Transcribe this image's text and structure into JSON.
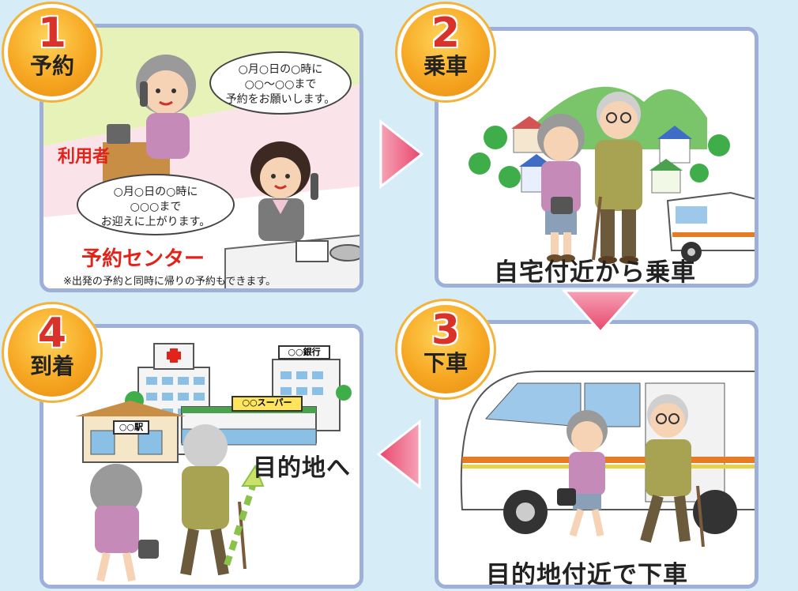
{
  "steps": [
    {
      "number": "1",
      "label": "予約"
    },
    {
      "number": "2",
      "label": "乗車"
    },
    {
      "number": "3",
      "label": "下車"
    },
    {
      "number": "4",
      "label": "到着"
    }
  ],
  "step1": {
    "user_label": "利用者",
    "center_label": "予約センター",
    "user_speech": [
      "○月○日の○時に",
      "○○～○○まで",
      "予約をお願いします。"
    ],
    "center_speech": [
      "○月○日の○時に",
      "○○○まで",
      "お迎えに上がります。"
    ],
    "note": "※出発の予約と同時に帰りの予約もできます。"
  },
  "step2": {
    "caption": "自宅付近から乗車"
  },
  "step3": {
    "caption": "目的地付近で下車"
  },
  "step4": {
    "caption": "目的地へ",
    "bank_sign": "○○銀行",
    "super_sign": "○○スーパー",
    "station_sign": "○○駅"
  },
  "colors": {
    "badge": "#f7a823",
    "badge_number": "#d8322a",
    "arrow": "#e8456a",
    "panel_border": "#9fb0d8",
    "red_label": "#e2231a"
  }
}
